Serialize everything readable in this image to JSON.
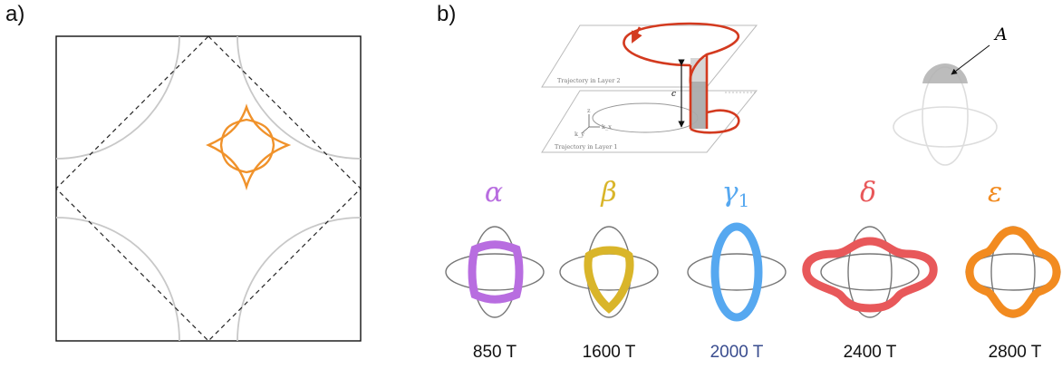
{
  "panels": {
    "a": {
      "label": "a)"
    },
    "b": {
      "label": "b)"
    }
  },
  "schematic": {
    "layer2_caption": "Trajectory in Layer 2",
    "layer1_caption": "Trajectory in Layer 1",
    "interlayer_distance": "c",
    "axis_z": "z",
    "axis_kx": "k_x",
    "axis_ky": "k_y",
    "area_label": "A"
  },
  "orbits": [
    {
      "id": "alpha",
      "symbol": "α",
      "subscript": "",
      "frequency": "850 T",
      "color": "#b86de0",
      "freq_color": "#111111"
    },
    {
      "id": "beta",
      "symbol": "β",
      "subscript": "",
      "frequency": "1600 T",
      "color": "#d9b52a",
      "freq_color": "#111111"
    },
    {
      "id": "gamma1",
      "symbol": "γ",
      "subscript": "1",
      "frequency": "2000 T",
      "color": "#56a8f0",
      "freq_color": "#3a4d8f"
    },
    {
      "id": "delta",
      "symbol": "δ",
      "subscript": "",
      "frequency": "2400 T",
      "color": "#e8585a",
      "freq_color": "#111111"
    },
    {
      "id": "epsilon",
      "symbol": "ε",
      "subscript": "",
      "frequency": "2800 T",
      "color": "#f28b20",
      "freq_color": "#111111"
    }
  ],
  "colors": {
    "fermi_surface_arc": "#c8c8c8",
    "orbit_orange": "#f0922b",
    "trajectory_red": "#d33a1f",
    "dashed_zone": "#222222"
  }
}
